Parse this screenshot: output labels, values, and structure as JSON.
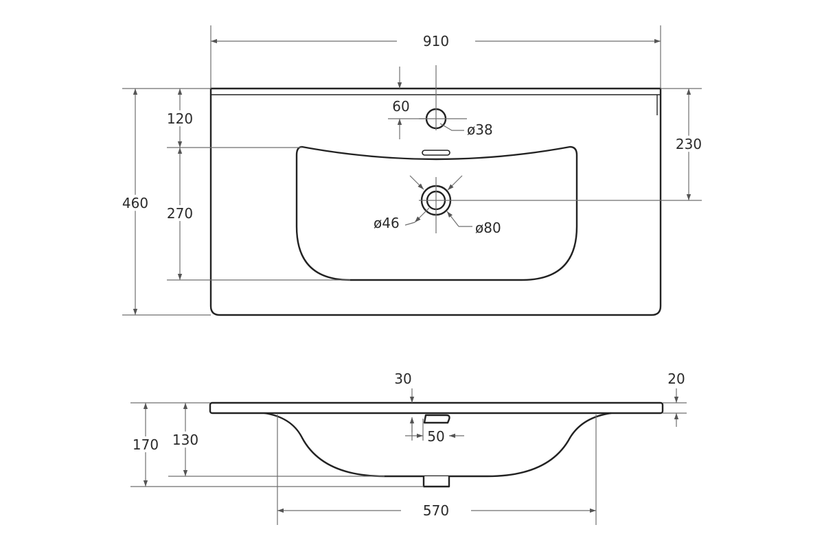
{
  "colors": {
    "outline": "#222222",
    "dimension_line": "#6e6e6e",
    "text": "#2a2a2a",
    "background": "#ffffff"
  },
  "top_view": {
    "overall_width": "910",
    "overall_depth": "460",
    "tap_hole_offset": "60",
    "tap_hole_diameter": "ø38",
    "front_to_bowl": "120",
    "bowl_depth": "270",
    "back_to_drain": "230",
    "drain_inner_diameter": "ø46",
    "drain_outer_diameter": "ø80"
  },
  "side_view": {
    "overflow_offset": "30",
    "rim_thickness": "20",
    "overflow_width": "50",
    "total_height": "170",
    "bowl_height": "130",
    "bowl_width": "570"
  }
}
